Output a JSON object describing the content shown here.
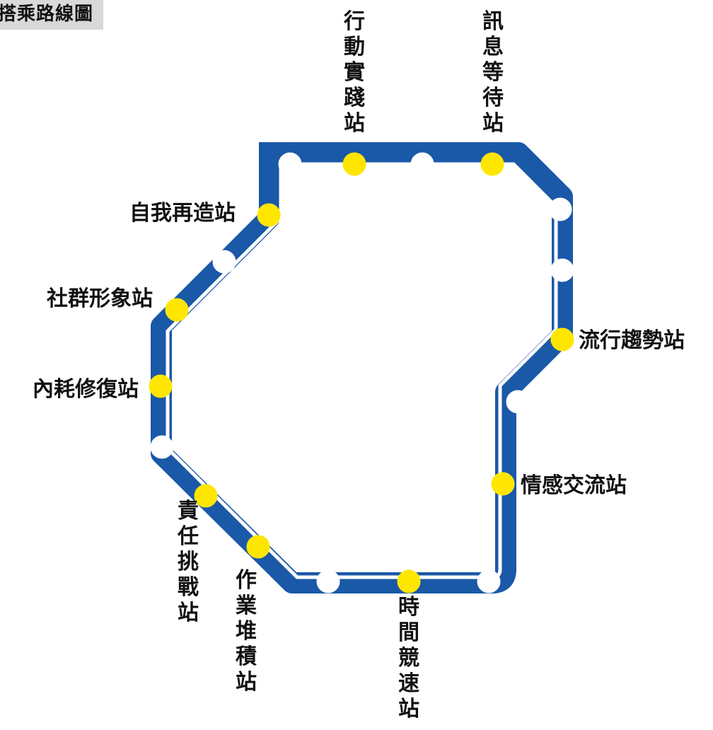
{
  "title": "搭乘路線圖",
  "colors": {
    "line": "#1a58a8",
    "inner_line": "#ffffff",
    "named_station": "#ffe600",
    "plain_station": "#ffffff",
    "title_bg": "#d9d9d9"
  },
  "stations": [
    {
      "id": "action-practice",
      "name": "行動實踐站",
      "named": true
    },
    {
      "id": "message-waiting",
      "name": "訊息等待站",
      "named": true
    },
    {
      "id": "trend",
      "name": "流行趨勢站",
      "named": true
    },
    {
      "id": "emotion-exchange",
      "name": "情感交流站",
      "named": true
    },
    {
      "id": "time-race",
      "name": "時間競速站",
      "named": true
    },
    {
      "id": "homework-pile",
      "name": "作業堆積站",
      "named": true
    },
    {
      "id": "responsibility-challenge",
      "name": "責任挑戰站",
      "named": true
    },
    {
      "id": "internal-repair",
      "name": "內耗修復站",
      "named": true
    },
    {
      "id": "social-image",
      "name": "社群形象站",
      "named": true
    },
    {
      "id": "self-rebuild",
      "name": "自我再造站",
      "named": true
    }
  ]
}
